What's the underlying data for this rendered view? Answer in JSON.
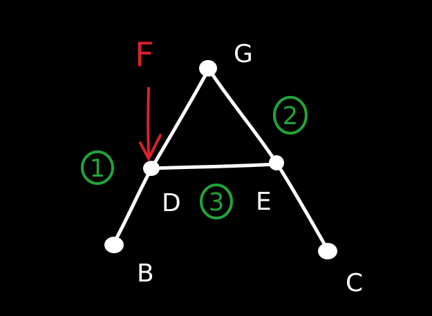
{
  "colors": {
    "background": "#000000",
    "member": "#ffffff",
    "force": "#d9222a",
    "member_tag": "#22a33a"
  },
  "nodes": {
    "top": "G",
    "left_joint": "D",
    "right_joint": "E",
    "bottom_left": "B",
    "bottom_right": "C"
  },
  "force": {
    "label": "F"
  },
  "members": [
    {
      "id": "1",
      "label": "1"
    },
    {
      "id": "2",
      "label": "2"
    },
    {
      "id": "3",
      "label": "3"
    }
  ]
}
